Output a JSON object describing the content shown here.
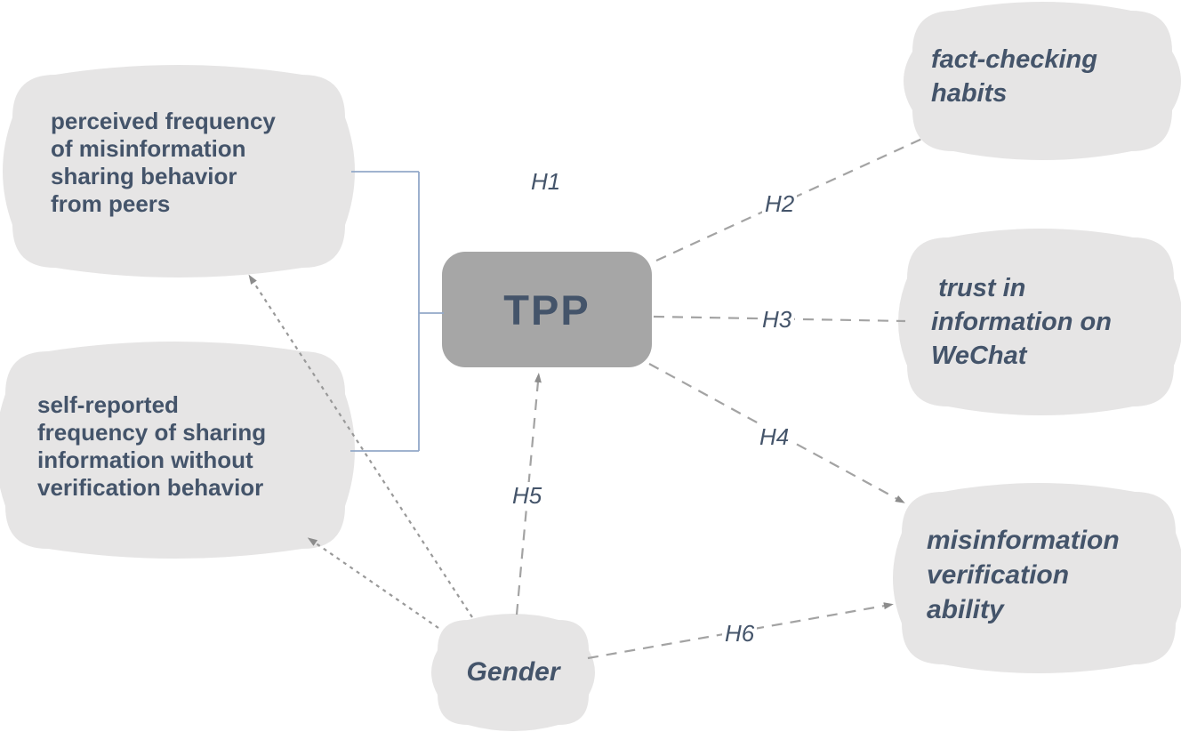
{
  "diagram": {
    "nodes": {
      "peers": {
        "label": "perceived frequency\nof misinformation\nsharing behavior\nfrom peers"
      },
      "self": {
        "label": "self-reported\nfrequency of sharing\ninformation without\nverification behavior"
      },
      "tpp": {
        "label": "TPP"
      },
      "fact": {
        "label": "fact-checking\nhabits"
      },
      "trust": {
        "label": " trust in\ninformation on\nWeChat"
      },
      "verify": {
        "label": "misinformation\nverification\nability"
      },
      "gender": {
        "label": "Gender"
      }
    },
    "hypothesis_labels": {
      "h1": "H1",
      "h2": "H2",
      "h3": "H3",
      "h4": "H4",
      "h5": "H5",
      "h6": "H6"
    },
    "edges": [
      {
        "from": "peers & self",
        "to": "tpp",
        "label": "H1",
        "style": "solid-bracket"
      },
      {
        "from": "tpp",
        "to": "fact",
        "label": "H2",
        "style": "dashed"
      },
      {
        "from": "tpp",
        "to": "trust",
        "label": "H3",
        "style": "dashed"
      },
      {
        "from": "tpp",
        "to": "verify",
        "label": "H4",
        "style": "dashed-arrow"
      },
      {
        "from": "gender",
        "to": "tpp",
        "label": "H5",
        "style": "dashed-arrow"
      },
      {
        "from": "gender",
        "to": "verify",
        "label": "H6",
        "style": "dashed-arrow"
      },
      {
        "from": "gender",
        "to": "peers",
        "label": "",
        "style": "dotted-arrow"
      },
      {
        "from": "gender",
        "to": "self",
        "label": "",
        "style": "dotted-arrow"
      }
    ],
    "colors": {
      "node_fill": "#e6e5e5",
      "tpp_fill": "#a6a6a6",
      "text": "#44546a",
      "solid_line": "#92a8c8",
      "dashed_line": "#a3a3a3",
      "dotted_line": "#999999",
      "arrowhead": "#8c8c8c"
    }
  }
}
